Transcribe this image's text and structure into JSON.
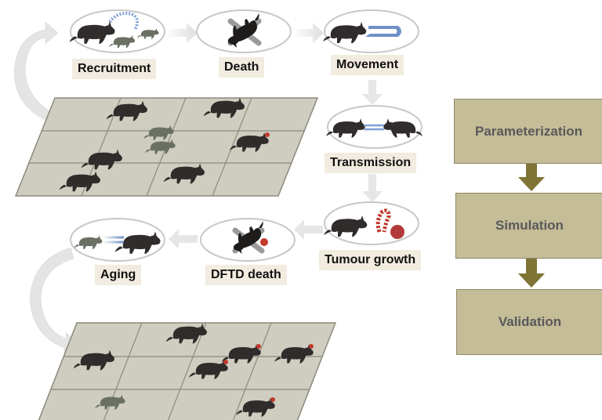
{
  "steps": {
    "recruitment": "Recruitment",
    "death": "Death",
    "movement": "Movement",
    "transmission": "Transmission",
    "tumour_growth": "Tumour growth",
    "dftd_death": "DFTD death",
    "aging": "Aging"
  },
  "workflow": {
    "parameterization": "Parameterization",
    "simulation": "Simulation",
    "validation": "Validation"
  },
  "colors": {
    "animal": "#2f2c2b",
    "juvenile": "#6b7064",
    "tumour": "#c0392b",
    "grid_fill": "#cfcdbf",
    "grid_line": "#8c8a7c",
    "label_bg": "#f1ecdf",
    "box_fill": "#c5bc98",
    "box_arrow": "#7f7436",
    "flow_arrow": "#e2e2e2"
  },
  "icons": {
    "animal": "tasmanian-devil-icon",
    "dead": "dead-devil-icon",
    "cross": "cross-icon",
    "tumour": "tumour-icon"
  }
}
